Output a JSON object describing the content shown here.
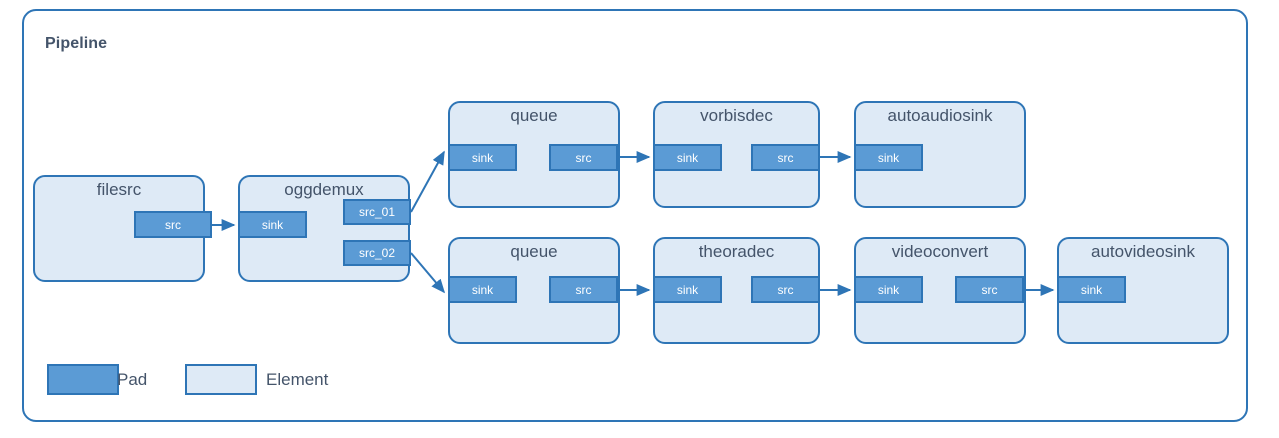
{
  "diagram": {
    "title": "Pipeline",
    "colors": {
      "frame_border": "#2E75B6",
      "element_fill": "#DEEAF6",
      "element_border": "#2E75B6",
      "pad_fill": "#5B9BD5",
      "pad_border": "#2E75B6",
      "text": "#44546A",
      "pad_text": "#FFFFFF",
      "background": "#FFFFFF"
    }
  },
  "elements": [
    {
      "id": "filesrc",
      "name": "filesrc",
      "pads": [
        {
          "id": "filesrc-src",
          "name": "src"
        }
      ]
    },
    {
      "id": "oggdemux",
      "name": "oggdemux",
      "pads": [
        {
          "id": "oggdemux-sink",
          "name": "sink"
        },
        {
          "id": "oggdemux-src01",
          "name": "src_01"
        },
        {
          "id": "oggdemux-src02",
          "name": "src_02"
        }
      ]
    },
    {
      "id": "queue-audio",
      "name": "queue",
      "pads": [
        {
          "id": "queue-audio-sink",
          "name": "sink"
        },
        {
          "id": "queue-audio-src",
          "name": "src"
        }
      ]
    },
    {
      "id": "vorbisdec",
      "name": "vorbisdec",
      "pads": [
        {
          "id": "vorbisdec-sink",
          "name": "sink"
        },
        {
          "id": "vorbisdec-src",
          "name": "src"
        }
      ]
    },
    {
      "id": "autoaudiosink",
      "name": "autoaudiosink",
      "pads": [
        {
          "id": "autoaudiosink-sink",
          "name": "sink"
        }
      ]
    },
    {
      "id": "queue-video",
      "name": "queue",
      "pads": [
        {
          "id": "queue-video-sink",
          "name": "sink"
        },
        {
          "id": "queue-video-src",
          "name": "src"
        }
      ]
    },
    {
      "id": "theoradec",
      "name": "theoradec",
      "pads": [
        {
          "id": "theoradec-sink",
          "name": "sink"
        },
        {
          "id": "theoradec-src",
          "name": "src"
        }
      ]
    },
    {
      "id": "videoconvert",
      "name": "videoconvert",
      "pads": [
        {
          "id": "videoconvert-sink",
          "name": "sink"
        },
        {
          "id": "videoconvert-src",
          "name": "src"
        }
      ]
    },
    {
      "id": "autovideosink",
      "name": "autovideosink",
      "pads": [
        {
          "id": "autovideosink-sink",
          "name": "sink"
        }
      ]
    }
  ],
  "links": [
    {
      "from": "filesrc-src",
      "to": "oggdemux-sink"
    },
    {
      "from": "oggdemux-src01",
      "to": "queue-audio-sink"
    },
    {
      "from": "oggdemux-src02",
      "to": "queue-video-sink"
    },
    {
      "from": "queue-audio-src",
      "to": "vorbisdec-sink"
    },
    {
      "from": "vorbisdec-src",
      "to": "autoaudiosink-sink"
    },
    {
      "from": "queue-video-src",
      "to": "theoradec-sink"
    },
    {
      "from": "theoradec-src",
      "to": "videoconvert-sink"
    },
    {
      "from": "videoconvert-src",
      "to": "autovideosink-sink"
    }
  ],
  "legend": {
    "pad_label": "Pad",
    "element_label": "Element"
  }
}
